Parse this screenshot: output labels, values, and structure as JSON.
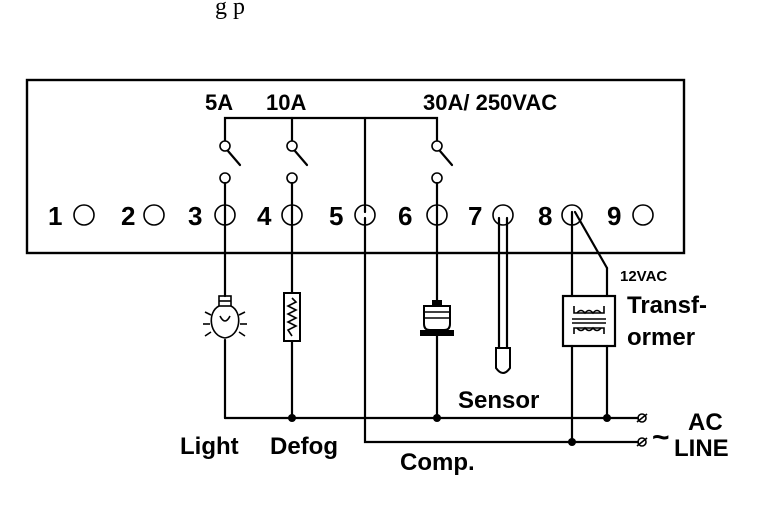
{
  "header_fragment": "g  p",
  "ratings": {
    "r5a": "5A",
    "r10a": "10A",
    "r30a": "30A/ 250VAC"
  },
  "terminals": [
    "1",
    "2",
    "3",
    "4",
    "5",
    "6",
    "7",
    "8",
    "9"
  ],
  "labels": {
    "v12": "12VAC",
    "transformer_line1": "Transf-",
    "transformer_line2": "ormer",
    "sensor": "Sensor",
    "light": "Light",
    "defog": "Defog",
    "comp": "Comp.",
    "ac": "AC",
    "line": "LINE",
    "tilde": "~"
  }
}
